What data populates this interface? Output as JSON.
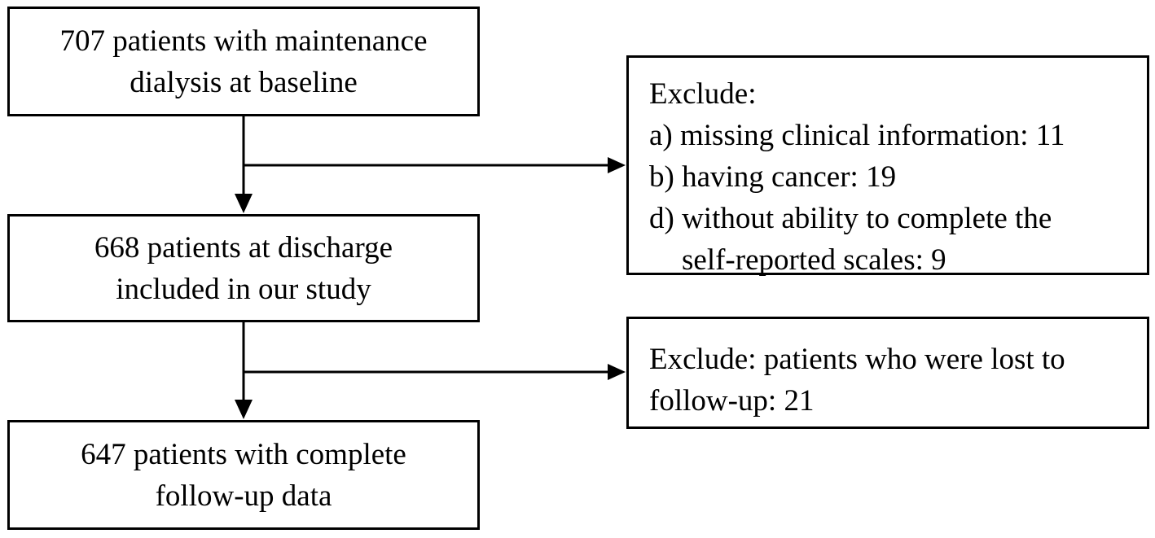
{
  "flow": {
    "baseline": {
      "lines": [
        "707 patients with maintenance",
        "dialysis at baseline"
      ]
    },
    "discharge": {
      "lines": [
        "668 patients at discharge",
        "included in our study"
      ]
    },
    "followup": {
      "lines": [
        "647 patients with complete",
        "follow-up data"
      ]
    }
  },
  "exclusions": {
    "first": {
      "heading": "Exclude:",
      "items": [
        "a) missing clinical information: 11",
        "b) having cancer: 19",
        "d) without ability to complete the",
        "self-reported scales: 9"
      ]
    },
    "second": {
      "lines": [
        "Exclude: patients who were lost to",
        "follow-up: 21"
      ]
    }
  },
  "colors": {
    "stroke": "#000000",
    "background": "#ffffff"
  }
}
